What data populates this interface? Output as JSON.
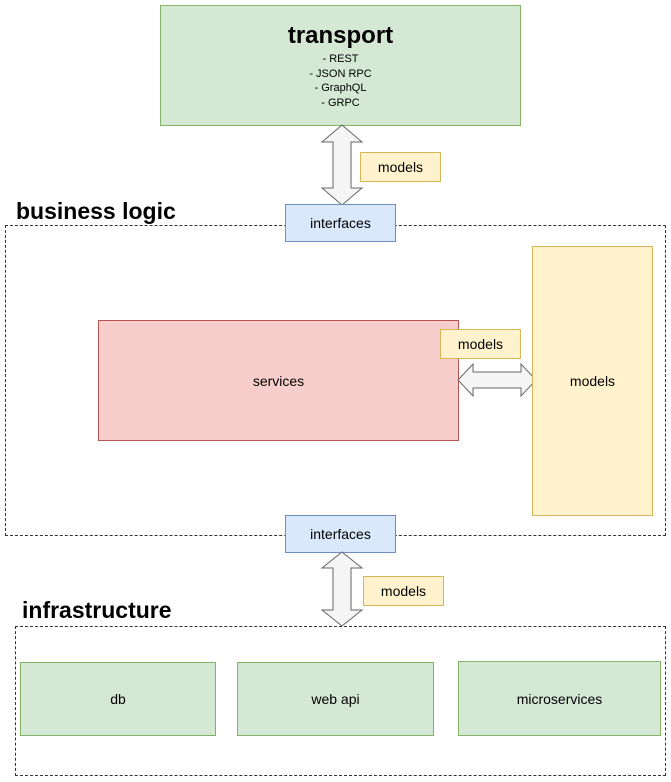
{
  "transport": {
    "title": "transport",
    "protocols": [
      "- REST",
      "- JSON RPC",
      "- GraphQL",
      "- GRPC"
    ]
  },
  "business_logic": {
    "label": "business logic",
    "interfaces_top": "interfaces",
    "services": "services",
    "models_tag": "models",
    "models_block": "models",
    "interfaces_bottom": "interfaces"
  },
  "transport_link": {
    "models_tag": "models"
  },
  "infrastructure_link": {
    "models_tag": "models"
  },
  "infrastructure": {
    "label": "infrastructure",
    "items": [
      "db",
      "web api",
      "microservices"
    ]
  },
  "colors": {
    "green_fill": "#d5e8d4",
    "green_stroke": "#82b366",
    "blue_fill": "#dae8fc",
    "blue_stroke": "#6c8ebf",
    "yellow_fill": "#fff2cc",
    "yellow_stroke": "#d6b656",
    "red_fill": "#f8cecc",
    "red_stroke": "#b85450",
    "arrow_fill": "#f5f5f5",
    "arrow_stroke": "#666666"
  }
}
